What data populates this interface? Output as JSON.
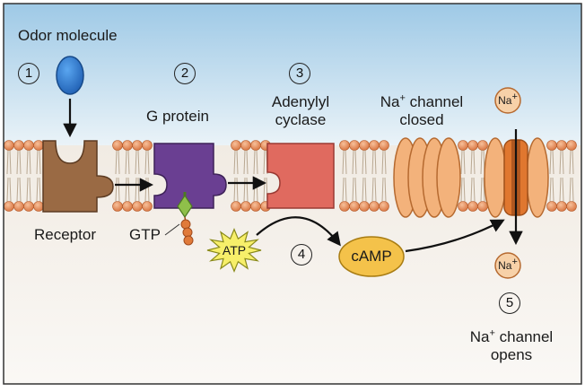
{
  "labels": {
    "odor_molecule": "Odor molecule",
    "g_protein": "G protein",
    "adenylyl_line1": "Adenylyl",
    "adenylyl_line2": "cyclase",
    "na_closed_prefix": "Na",
    "na_closed_sup": "+",
    "na_closed_suffix": " channel",
    "na_closed_line2": "closed",
    "receptor": "Receptor",
    "gtp": "GTP",
    "atp": "ATP",
    "camp": "cAMP",
    "na_ion_top": "Na",
    "na_ion_bottom": "Na",
    "na_ion_sup": "+",
    "na_opens_prefix": "Na",
    "na_opens_sup": "+",
    "na_opens_suffix": " channel",
    "na_opens_line2": "opens"
  },
  "steps": [
    "1",
    "2",
    "3",
    "4",
    "5"
  ],
  "colors": {
    "extracellular_top": "#9ec9e6",
    "extracellular_bottom": "#eaf3f8",
    "cytoplasm_top": "#f1ebe3",
    "cytoplasm_bottom": "#faf8f5",
    "lipid_head": "#e8885a",
    "odor_molecule": "#2f7fd8",
    "receptor": "#9a6a44",
    "g_protein": "#6a3f92",
    "adenylyl_cyclase": "#e06a5f",
    "channel": "#f3b27b",
    "channel_dark": "#e0772f",
    "camp": "#f4c24a",
    "atp_burst": "#f7ef6a",
    "gtp_green": "#8fbf4a",
    "gtp_orange": "#e07a3a"
  }
}
